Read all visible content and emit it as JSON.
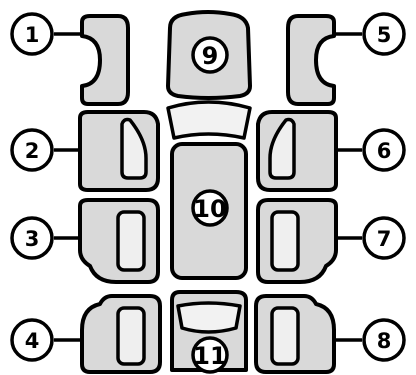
{
  "diagram": {
    "callouts": [
      {
        "id": "1",
        "label": "1"
      },
      {
        "id": "2",
        "label": "2"
      },
      {
        "id": "3",
        "label": "3"
      },
      {
        "id": "4",
        "label": "4"
      },
      {
        "id": "5",
        "label": "5"
      },
      {
        "id": "6",
        "label": "6"
      },
      {
        "id": "7",
        "label": "7"
      },
      {
        "id": "8",
        "label": "8"
      },
      {
        "id": "9",
        "label": "9"
      },
      {
        "id": "10",
        "label": "10"
      },
      {
        "id": "11",
        "label": "11"
      }
    ],
    "colors": {
      "outline": "#000000",
      "panel_fill": "#d9d9d9",
      "background": "#ffffff"
    }
  }
}
